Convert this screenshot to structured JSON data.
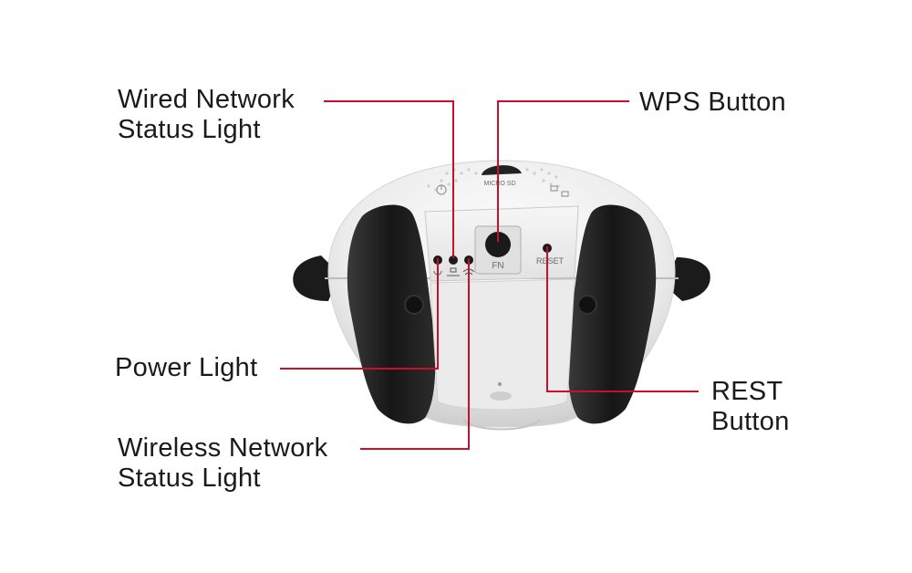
{
  "labels": {
    "wired": [
      "Wired Network",
      "Status Light"
    ],
    "power": [
      "Power Light"
    ],
    "wireless": [
      "Wireless Network",
      "Status Light"
    ],
    "wps": [
      "WPS Button"
    ],
    "reset": [
      "REST",
      "Button"
    ]
  },
  "device": {
    "button_label": "FN",
    "reset_label": "RESET",
    "slot_label": "MICRO SD"
  },
  "colors": {
    "leader_line": "#c8102e",
    "device_shell": "#f2f2f2",
    "device_dark": "#1e1e1e",
    "text": "#1a1a1a"
  }
}
